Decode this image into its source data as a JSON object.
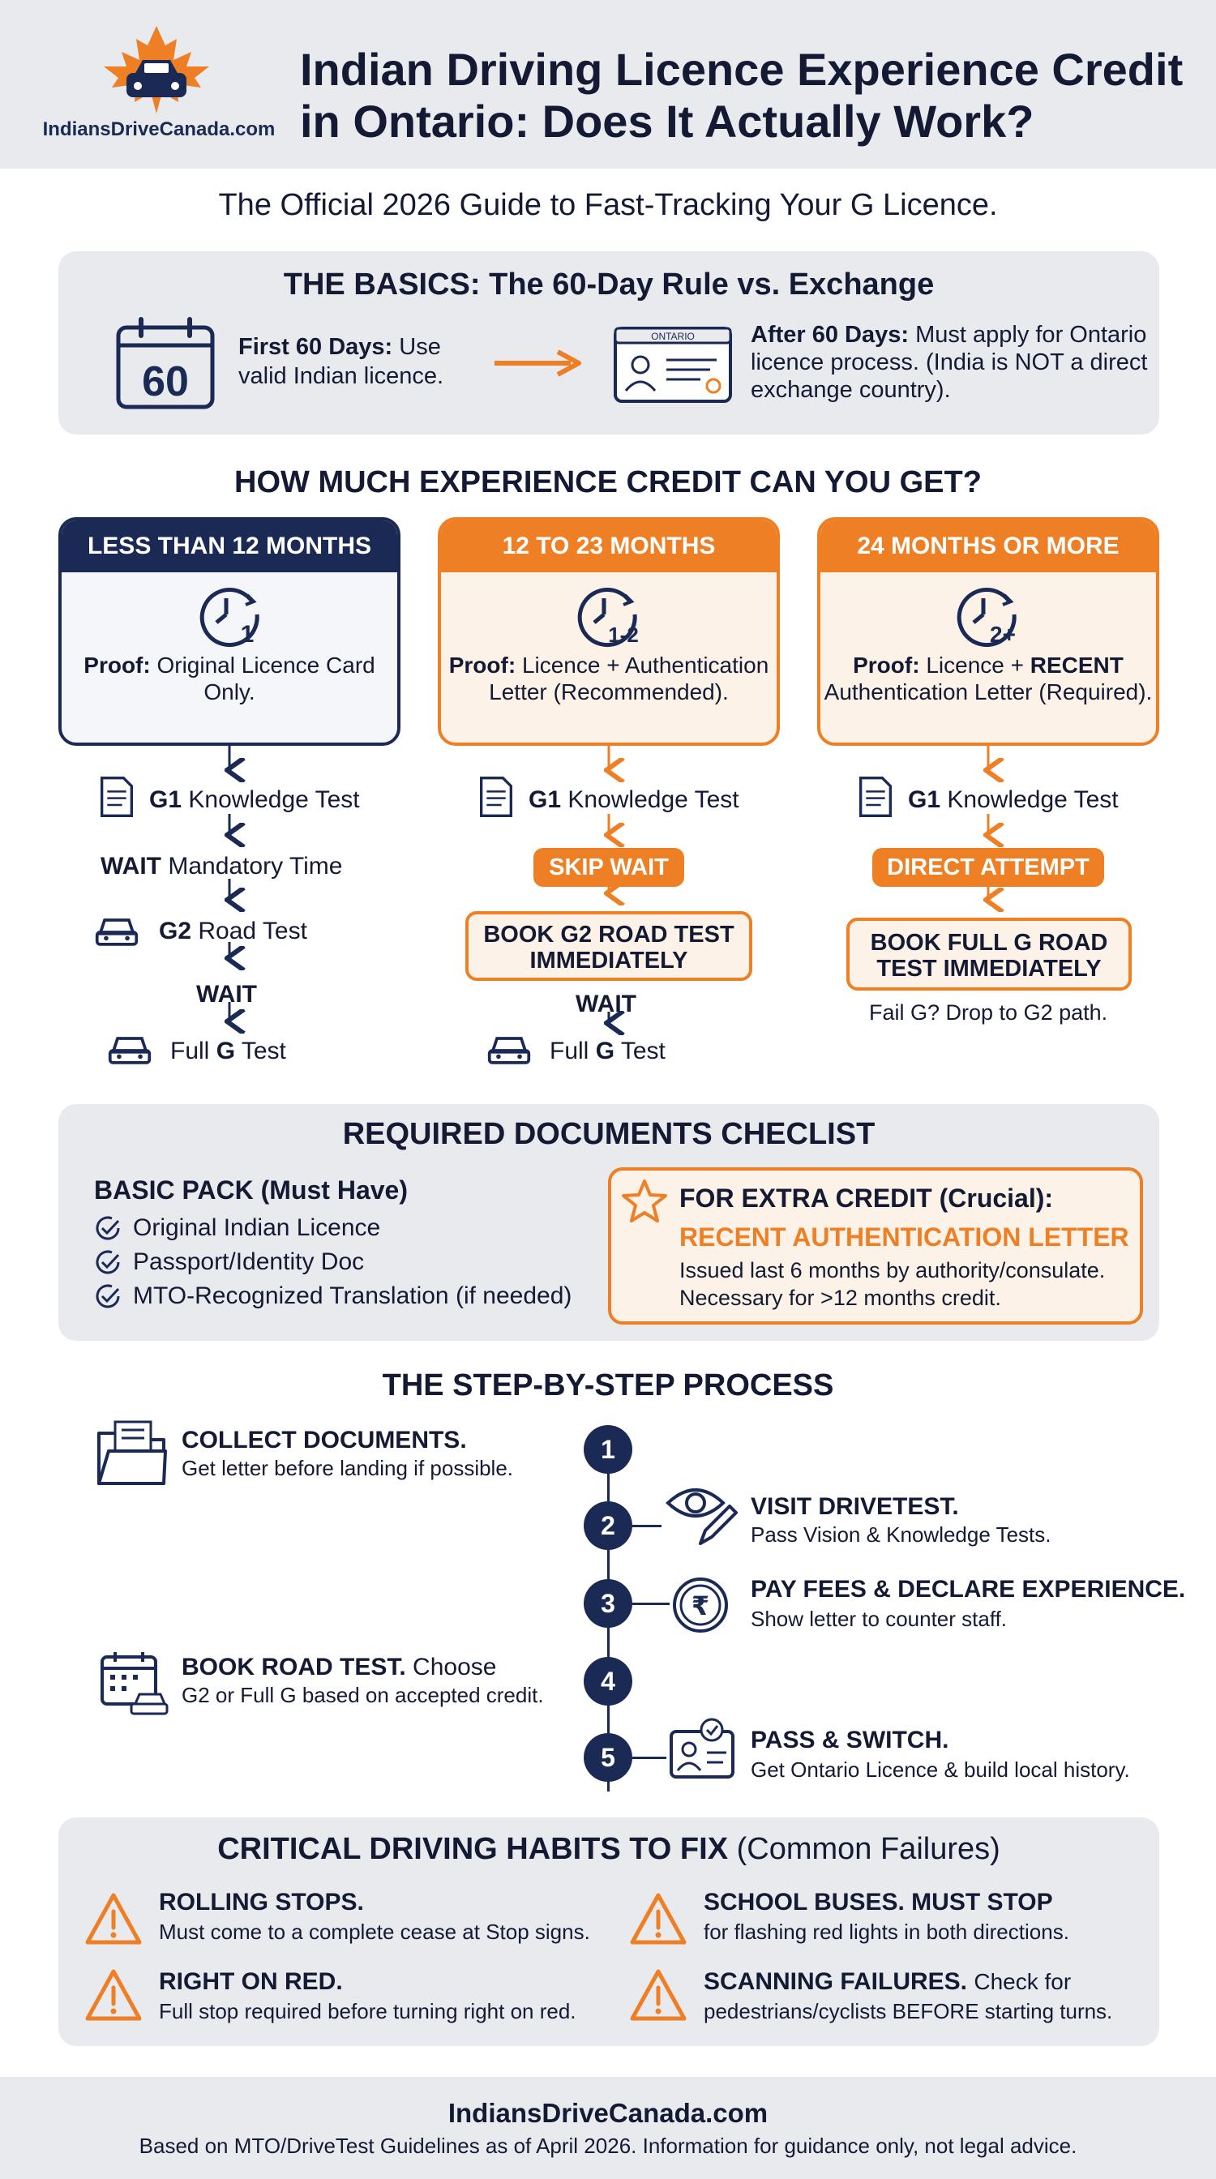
{
  "header": {
    "logo_text": "IndiansDriveCanada.com",
    "title": "Indian Driving Licence Experience Credit in Ontario: Does It Actually Work?"
  },
  "subtitle": "The Official 2026 Guide to Fast-Tracking Your G Licence.",
  "basics": {
    "heading": "THE BASICS: The 60-Day Rule vs. Exchange",
    "calendar_number": "60",
    "first_label": "First 60 Days:",
    "first_text": "Use valid Indian licence.",
    "card_label": "ONTARIO",
    "after_label": "After 60 Days:",
    "after_text": "Must apply for Ontario licence process. (India is NOT a direct exchange country)."
  },
  "credit": {
    "heading": "HOW MUCH EXPERIENCE CREDIT CAN YOU GET?",
    "columns": [
      {
        "header": "LESS THAN 12 MONTHS",
        "clock_label": "1",
        "proof_label": "Proof:",
        "proof_text": "Original Licence Card Only.",
        "steps": {
          "g1": "Knowledge Test",
          "g1_code": "G1",
          "wait1_label": "WAIT",
          "wait1_text": "Mandatory Time",
          "g2_code": "G2",
          "g2_text": "Road Test",
          "wait2": "WAIT",
          "full_pre": "Full",
          "full_code": "G",
          "full_post": "Test"
        }
      },
      {
        "header": "12 TO 23 MONTHS",
        "clock_label": "1-2",
        "proof_label": "Proof:",
        "proof_text": "Licence + Authentication Letter (Recommended).",
        "steps": {
          "g1_code": "G1",
          "g1": "Knowledge Test",
          "pill": "SKIP WAIT",
          "box": "BOOK G2 ROAD TEST IMMEDIATELY",
          "wait": "WAIT",
          "full_pre": "Full",
          "full_code": "G",
          "full_post": "Test"
        }
      },
      {
        "header": "24 MONTHS OR MORE",
        "clock_label": "2+",
        "proof_label": "Proof:",
        "proof_text_a": "Licence +",
        "proof_bold": "RECENT",
        "proof_text_b": "Authentication Letter (Required).",
        "steps": {
          "g1_code": "G1",
          "g1": "Knowledge Test",
          "pill": "DIRECT ATTEMPT",
          "box": "BOOK FULL G ROAD TEST IMMEDIATELY",
          "note": "Fail G? Drop to G2 path."
        }
      }
    ]
  },
  "documents": {
    "heading": "REQUIRED DOCUMENTS CHECLIST",
    "basic_title": "BASIC PACK (Must Have)",
    "basic_items": [
      "Original Indian Licence",
      "Passport/Identity Doc",
      "MTO-Recognized Translation (if needed)"
    ],
    "extra_title": "FOR EXTRA CREDIT (Crucial):",
    "extra_subtitle": "RECENT AUTHENTICATION LETTER",
    "extra_desc": "Issued last 6 months by authority/consulate. Necessary for >12 months credit."
  },
  "process": {
    "heading": "THE STEP-BY-STEP PROCESS",
    "steps": [
      {
        "num": "1",
        "title": "COLLECT DOCUMENTS.",
        "desc": "Get letter before landing if possible."
      },
      {
        "num": "2",
        "title": "VISIT DRIVETEST.",
        "desc": "Pass Vision & Knowledge Tests."
      },
      {
        "num": "3",
        "title": "PAY FEES & DECLARE EXPERIENCE.",
        "desc": "Show letter to counter staff."
      },
      {
        "num": "4",
        "title": "BOOK ROAD TEST.",
        "desc_a": "Choose",
        "desc": "G2 or Full G based on accepted credit."
      },
      {
        "num": "5",
        "title": "PASS & SWITCH.",
        "desc": "Get Ontario Licence & build local history."
      }
    ]
  },
  "habits": {
    "heading_bold": "CRITICAL DRIVING HABITS TO FIX",
    "heading_normal": "(Common Failures)",
    "items": [
      {
        "title": "ROLLING STOPS.",
        "desc": "Must come to a complete cease at Stop signs."
      },
      {
        "title": "SCHOOL BUSES. MUST STOP",
        "desc": "for flashing red lights in both directions."
      },
      {
        "title": "RIGHT ON RED.",
        "desc": "Full stop required before turning right on red."
      },
      {
        "title": "SCANNING FAILURES.",
        "title_tail": "Check for",
        "desc": "pedestrians/cyclists BEFORE starting turns."
      }
    ]
  },
  "footer": {
    "site": "IndiansDriveCanada.com",
    "note": "Based on MTO/DriveTest Guidelines as of April 2026. Information for guidance only, not legal advice."
  },
  "colors": {
    "navy": "#1b2a55",
    "orange": "#ee7f24",
    "panel": "#e8eaee",
    "cream": "#fdf2e7"
  },
  "icons": [
    "maple-leaf-car-logo",
    "calendar-icon",
    "arrow-right-icon",
    "licence-card-icon",
    "clock-icon",
    "document-icon",
    "car-icon",
    "check-circle-icon",
    "star-icon",
    "folder-icon",
    "eye-pencil-icon",
    "rupee-coin-icon",
    "calendar-car-icon",
    "id-badge-icon",
    "warning-triangle-icon"
  ]
}
